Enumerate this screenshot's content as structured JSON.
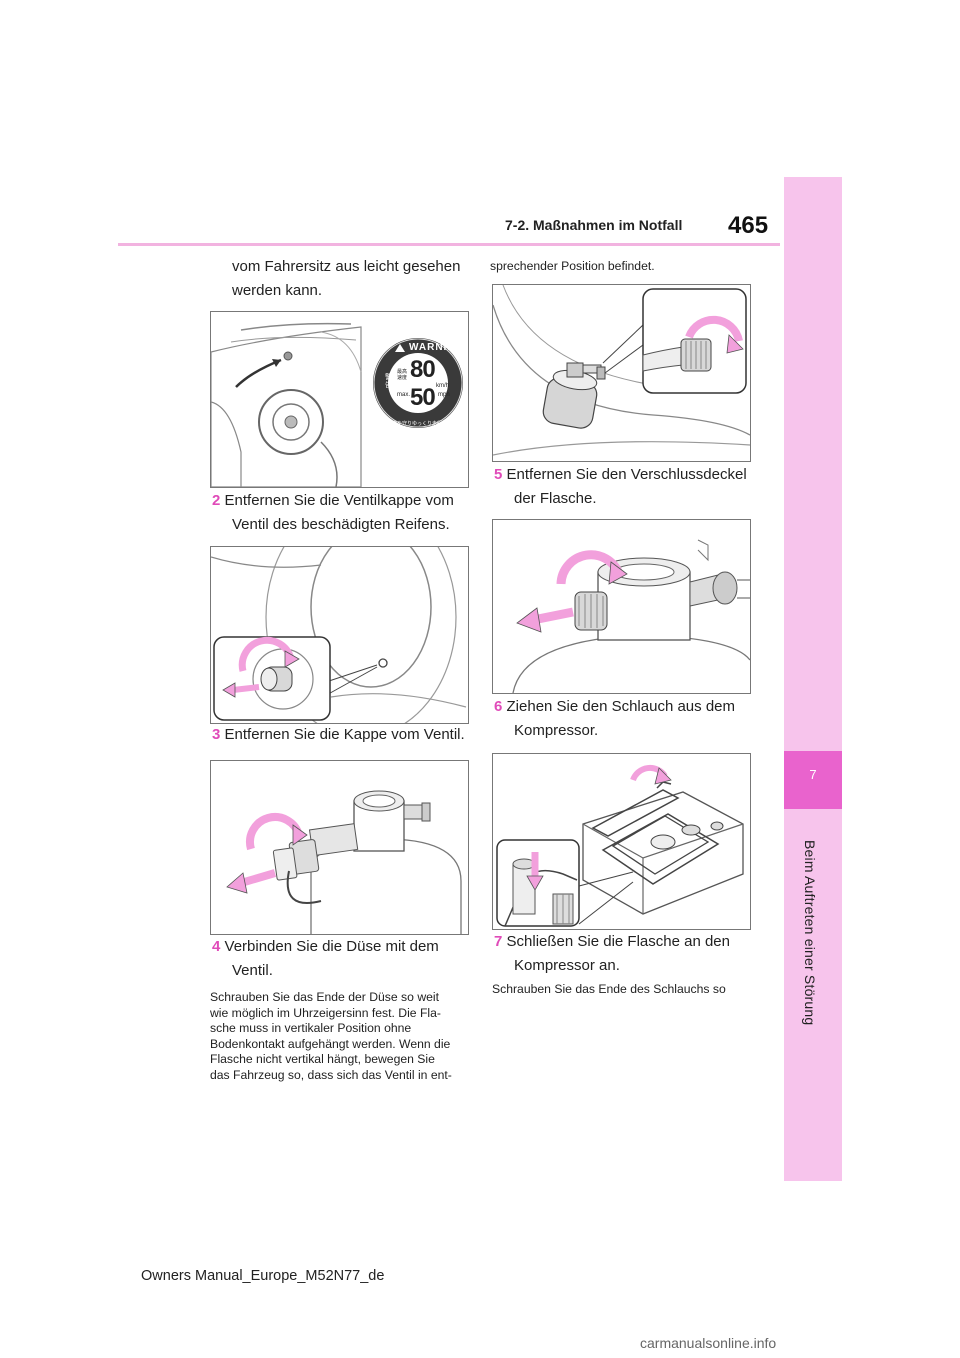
{
  "header": {
    "page_number": "465",
    "section": "7-2. Maßnahmen im Notfall"
  },
  "side_tab": {
    "chapter_number": "7",
    "chapter_title": "Beim Auftreten einer Störung"
  },
  "left_column": {
    "intro_line1": "vom Fahrersitz aus leicht gesehen",
    "intro_line2": "werden kann.",
    "figure1": {
      "label_warning": "WARNING",
      "speed_top": "80",
      "speed_bottom": "50",
      "unit_kmh": "km/h",
      "unit_mph": "mph",
      "label_max": "max.",
      "kanji_top": "警告",
      "kanji_small": "最高速度",
      "ring_text": "速度を守りゆっくり走行してください。Drive Slowly!"
    },
    "step2_num": "2",
    "step2_line1": "Entfernen Sie die Ventilkappe vom",
    "step2_line2": "Ventil des beschädigten Reifens.",
    "step3_num": "3",
    "step3_text": "Entfernen Sie die Kappe vom Ventil.",
    "step4_num": "4",
    "step4_line1": "Verbinden Sie die Düse mit dem",
    "step4_line2": "Ventil.",
    "note_lines": [
      "Schrauben Sie das Ende der Düse so weit",
      "wie möglich im Uhrzeigersinn fest. Die Fla-",
      "sche muss in vertikaler Position ohne",
      "Bodenkontakt aufgehängt werden. Wenn die",
      "Flasche nicht vertikal hängt, bewegen Sie",
      "das Fahrzeug so, dass sich das Ventil in ent-"
    ]
  },
  "right_column": {
    "cont_line": "sprechender Position befindet.",
    "step5_num": "5",
    "step5_line1": "Entfernen Sie den Verschlussdeckel",
    "step5_line2": "der Flasche.",
    "step6_num": "6",
    "step6_line1": "Ziehen Sie den Schlauch aus dem",
    "step6_line2": "Kompressor.",
    "step7_num": "7",
    "step7_line1": "Schließen Sie die Flasche an den",
    "step7_line2": "Kompressor an.",
    "note_line": "Schrauben Sie das Ende des Schlauchs so"
  },
  "footer": {
    "text": "Owners Manual_Europe_M52N77_de"
  },
  "watermark": {
    "text": "carmanualsonline.info"
  },
  "colors": {
    "accent_pink": "#e04bb9",
    "arrow_pink": "#f2a0dc",
    "tab_pink": "#f7c4ec"
  }
}
